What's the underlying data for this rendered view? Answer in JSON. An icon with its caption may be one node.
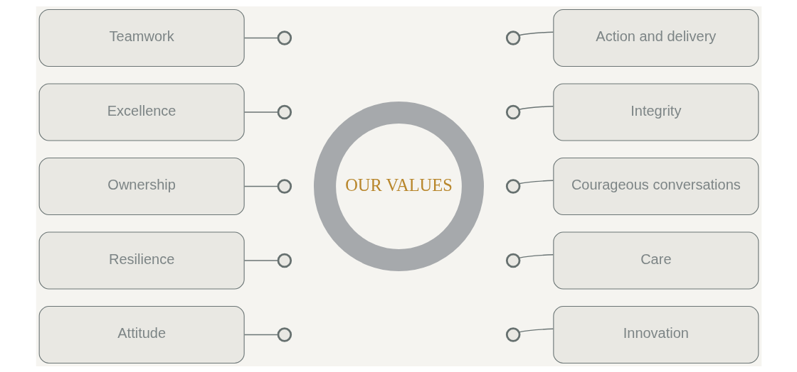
{
  "diagram": {
    "nodes": [
      {
        "text": [
          "OUR VALUES"
        ]
      },
      {
        "text": [
          "Teamwork"
        ]
      },
      {
        "text": [
          "Action and delivery"
        ]
      },
      {
        "text": [
          "Excellence"
        ]
      },
      {
        "text": [
          "Integrity"
        ]
      },
      {
        "text": [
          "Ownership"
        ]
      },
      {
        "text": [
          "Courageous conversations"
        ]
      },
      {
        "text": [
          "Resilience"
        ]
      },
      {
        "text": [
          "Care"
        ]
      },
      {
        "text": [
          "Attitude"
        ]
      },
      {
        "text": [
          "Innovation"
        ]
      },
      {
        "text": [],
        "shape": "circle"
      },
      {
        "text": [],
        "shape": "circle"
      },
      {
        "text": [],
        "shape": "circle"
      },
      {
        "text": [],
        "shape": "circle"
      },
      {
        "text": [],
        "shape": "circle"
      },
      {
        "text": [],
        "shape": "circle"
      },
      {
        "text": [],
        "shape": "circle"
      },
      {
        "text": [],
        "shape": "circle"
      },
      {
        "text": [],
        "shape": "circle"
      },
      {
        "text": [],
        "shape": "circle"
      }
    ],
    "edges": [
      {
        "from": 1,
        "to": 11,
        "arrow": "none"
      },
      {
        "from": 2,
        "to": 12,
        "arrow": "none"
      },
      {
        "from": 3,
        "to": 13,
        "arrow": "none"
      },
      {
        "from": 4,
        "to": 14,
        "arrow": "none"
      },
      {
        "from": 5,
        "to": 15,
        "arrow": "none"
      },
      {
        "from": 6,
        "to": 16,
        "arrow": "none"
      },
      {
        "from": 7,
        "to": 17,
        "arrow": "none"
      },
      {
        "from": 8,
        "to": 18,
        "arrow": "none"
      },
      {
        "from": 9,
        "to": 19,
        "arrow": "none"
      },
      {
        "from": 10,
        "to": 20,
        "arrow": "none"
      }
    ]
  }
}
